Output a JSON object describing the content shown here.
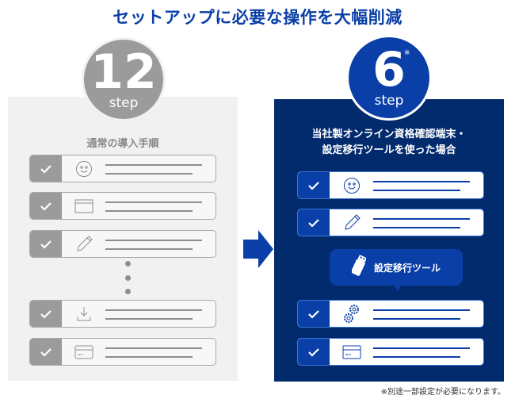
{
  "title": "セットアップに必要な操作を大幅削減",
  "colors": {
    "accent": "#0a3fa8",
    "navy": "#022b6e",
    "gray": "#9b9b9b",
    "panel_gray": "#f1f1f1"
  },
  "left": {
    "count": "12",
    "unit": "step",
    "heading": "通常の導入手順",
    "steps": [
      {
        "icon": "smiley-icon"
      },
      {
        "icon": "browser-window-icon"
      },
      {
        "icon": "pencil-icon"
      },
      {
        "icon": "download-icon"
      },
      {
        "icon": "card-icon"
      }
    ]
  },
  "right": {
    "count": "6",
    "unit": "step",
    "note_mark": "※",
    "heading_line1": "当社製オンライン資格確認端末・",
    "heading_line2": "設定移行ツールを使った場合",
    "tool_label": "設定移行ツール",
    "steps": [
      {
        "icon": "smiley-icon"
      },
      {
        "icon": "pencil-icon"
      },
      {
        "icon": "gears-icon"
      },
      {
        "icon": "card-icon"
      }
    ]
  },
  "footnote": "※別途一部設定が必要になります。"
}
